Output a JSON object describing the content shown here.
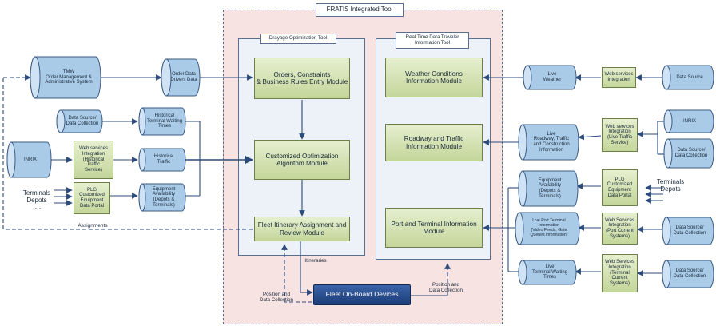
{
  "tool": {
    "title": "FRATIS Integrated Tool",
    "drayage_title": "Drayage Optimization Tool",
    "realtime_title": "Real Time Data Traveler\nInformation Tool"
  },
  "modules": {
    "orders": "Orders, Constraints\n& Business Rules Entry Module",
    "optimization": "Customized Optimization\nAlgorithm Module",
    "fleet": "Fleet Itinerary Assignment and\nReview Module",
    "weather": "Weather Conditions\nInformation Module",
    "roadway": "Roadway and Traffic\nInformation Module",
    "port": "Port and Terminal Information\nModule",
    "onboard": "Fleet On-Board Devices"
  },
  "left": {
    "tmw": "TMW\nOrder Management &\nAdministrative System",
    "order_data": "Order Data\nDrivers Data",
    "data_source": "Data Source/\nData Collection",
    "hist_wait": "Historical\nTerminal Waiting\nTimes",
    "inrix": "INRIX",
    "web_hist": "Web services\nIntegration\n(Historical\nTraffic\nService)",
    "hist_traffic": "Historical\nTraffic",
    "plg": "PLG\nCustomized\nEquipment\nData Portal",
    "equip": "Equipment\nAvailability\n(Depots &\nTerminals)",
    "terminals": "Terminals\nDepots\n….",
    "assignments": "Assignments"
  },
  "right": {
    "live_weather": "Live\nWeather",
    "web_int": "Web services\nIntegration",
    "data_source_1": "Data Source",
    "live_road": "Live\nRoadway, Traffic\nand Construction\nInformation",
    "web_live": "Web services\nIntegration\n(Live Traffic\nService)",
    "inrix": "INRIX",
    "data_source_2": "Data Source/\nData Collection",
    "equip": "Equipment\nAvailability\n(Depots &\nTerminals)",
    "plg": "PLG\nCustomized\nEquipment\nData Portal",
    "terminals": "Terminals\nDepots\n….",
    "live_port": "Live Port Terminal\nInformation\n(Video Feeds, Gate\nQueues information)",
    "web_port": "Web Services\nIntegration\n(Port Current\nSystems)",
    "data_source_3": "Data Source/\nData Collection",
    "live_wait": "Live\nTerminal Waiting\nTimes",
    "web_term": "Web Services\nIntegration\n(Terminal\nCurrent\nSystems)",
    "data_source_4": "Data Source/\nData Collection"
  },
  "flow": {
    "itineraries": "Itineraries",
    "pos_left": "Position and\nData Collection",
    "pos_right": "Position and\nData Collection"
  },
  "colors": {
    "outer_frame": "#f8e3e3",
    "inner_frame": "#edf1f8",
    "module_green": "#c4d69a",
    "cylinder_blue": "#9dc3e6",
    "dark_blue": "#1c3d78",
    "line": "#2c4a7a"
  }
}
